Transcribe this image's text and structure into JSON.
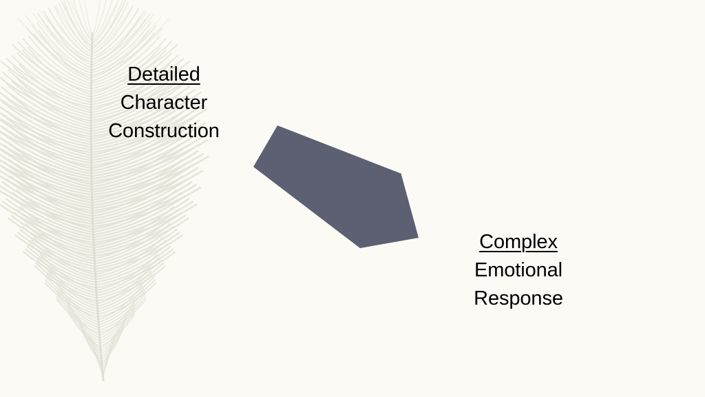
{
  "slide": {
    "background_color": "#fbfaf5",
    "text_color": "#000000"
  },
  "decorations": {
    "feather": {
      "icon": "feather-icon",
      "color": "#e4e2d7",
      "shaft_color": "#dedbd0"
    }
  },
  "source_block": {
    "name": "detailed-character-construction",
    "lines": [
      {
        "text": "Detailed",
        "underlined": true
      },
      {
        "text": "Character",
        "underlined": false
      },
      {
        "text": "Construction",
        "underlined": false
      }
    ],
    "line1": "Detailed",
    "line2": "Character",
    "line3": "Construction"
  },
  "target_block": {
    "name": "complex-emotional-response",
    "lines": [
      {
        "text": "Complex",
        "underlined": true
      },
      {
        "text": "Emotional",
        "underlined": false
      },
      {
        "text": "Response",
        "underlined": false
      }
    ],
    "line1": "Complex",
    "line2": "Emotional",
    "line3": "Response"
  },
  "arrow": {
    "icon": "arrow-down-right-icon",
    "color": "#5d6072",
    "direction": "down-right",
    "from": "source_block",
    "to": "target_block"
  }
}
